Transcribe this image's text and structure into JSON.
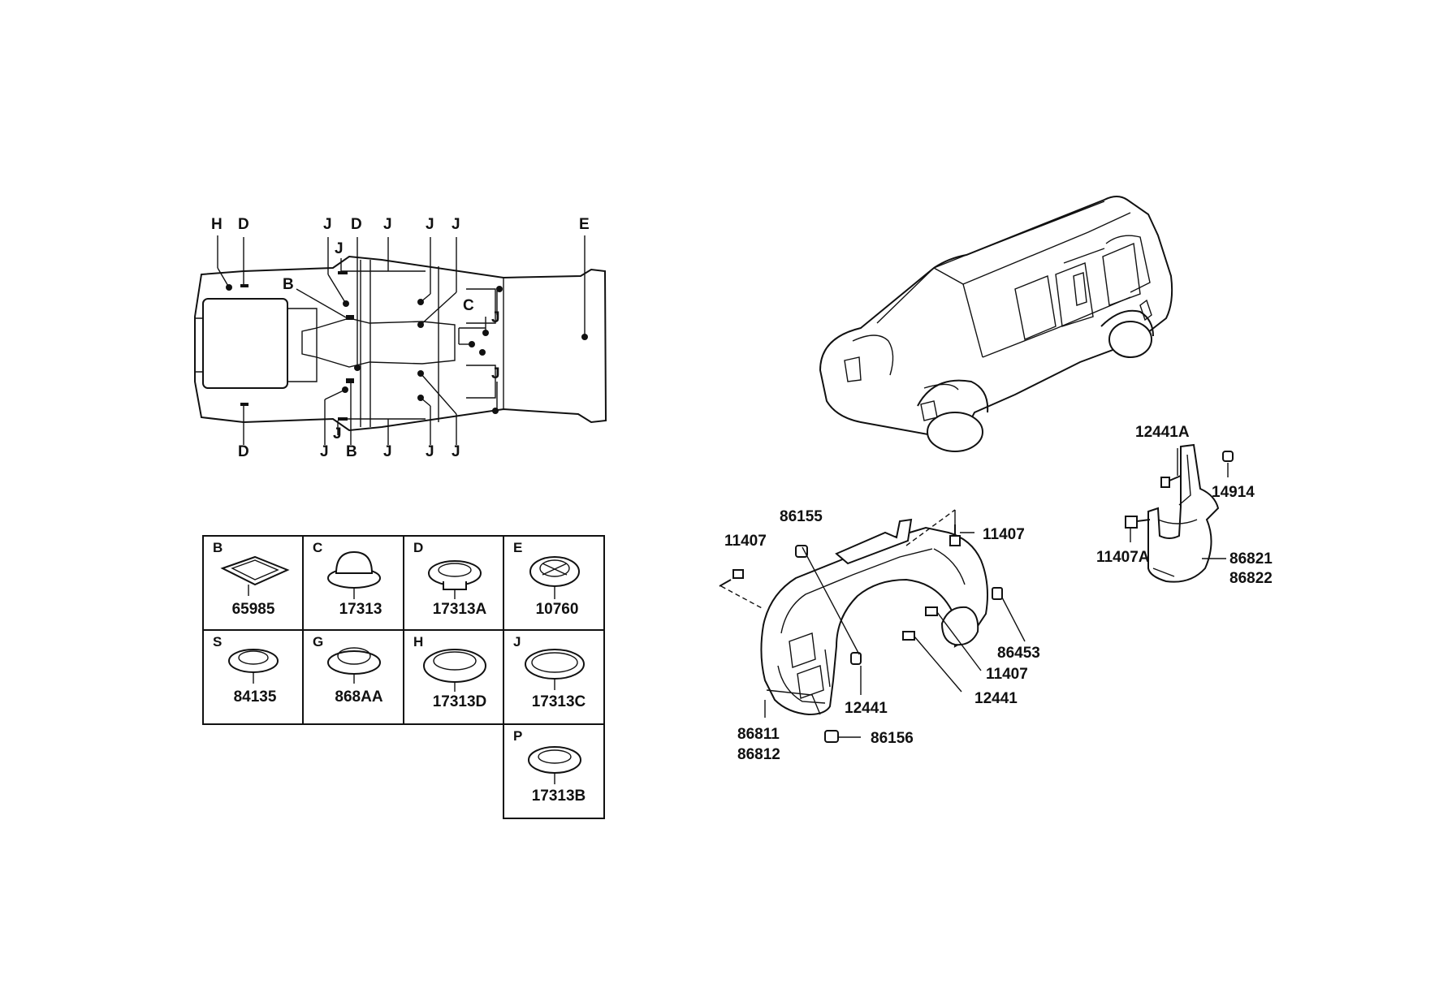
{
  "floor_callouts": [
    {
      "id": "H",
      "text": "H"
    },
    {
      "id": "D1",
      "text": "D"
    },
    {
      "id": "J1",
      "text": "J"
    },
    {
      "id": "D2",
      "text": "D"
    },
    {
      "id": "J2",
      "text": "J"
    },
    {
      "id": "J3",
      "text": "J"
    },
    {
      "id": "J4",
      "text": "J"
    },
    {
      "id": "E",
      "text": "E"
    },
    {
      "id": "J5",
      "text": "J"
    },
    {
      "id": "B1",
      "text": "B"
    },
    {
      "id": "C",
      "text": "C"
    },
    {
      "id": "J6",
      "text": "J"
    },
    {
      "id": "J7",
      "text": "J"
    },
    {
      "id": "D3",
      "text": "D"
    },
    {
      "id": "J8",
      "text": "J"
    },
    {
      "id": "J9",
      "text": "J"
    },
    {
      "id": "B2",
      "text": "B"
    },
    {
      "id": "J10",
      "text": "J"
    },
    {
      "id": "J11",
      "text": "J"
    },
    {
      "id": "J12",
      "text": "J"
    }
  ],
  "plug_table": [
    {
      "letter": "B",
      "part": "65985"
    },
    {
      "letter": "C",
      "part": "17313"
    },
    {
      "letter": "D",
      "part": "17313A"
    },
    {
      "letter": "E",
      "part": "10760"
    },
    {
      "letter": "S",
      "part": "84135"
    },
    {
      "letter": "G",
      "part": "868AA"
    },
    {
      "letter": "H",
      "part": "17313D"
    },
    {
      "letter": "J",
      "part": "17313C"
    },
    {
      "letter": "P",
      "part": "17313B"
    }
  ],
  "liner_callouts": [
    {
      "id": "l1",
      "text": "86155"
    },
    {
      "id": "l2",
      "text": "11407"
    },
    {
      "id": "l3",
      "text": "11407"
    },
    {
      "id": "l4",
      "text": "86453"
    },
    {
      "id": "l5",
      "text": "11407"
    },
    {
      "id": "l6",
      "text": "12441"
    },
    {
      "id": "l7",
      "text": "12441"
    },
    {
      "id": "l8",
      "text": "86156"
    },
    {
      "id": "l9",
      "text": "86811"
    },
    {
      "id": "l10",
      "text": "86812"
    }
  ],
  "rear_callouts": [
    {
      "id": "r1",
      "text": "12441A"
    },
    {
      "id": "r2",
      "text": "14914"
    },
    {
      "id": "r3",
      "text": "11407A"
    },
    {
      "id": "r4",
      "text": "86821"
    },
    {
      "id": "r5",
      "text": "86822"
    }
  ]
}
